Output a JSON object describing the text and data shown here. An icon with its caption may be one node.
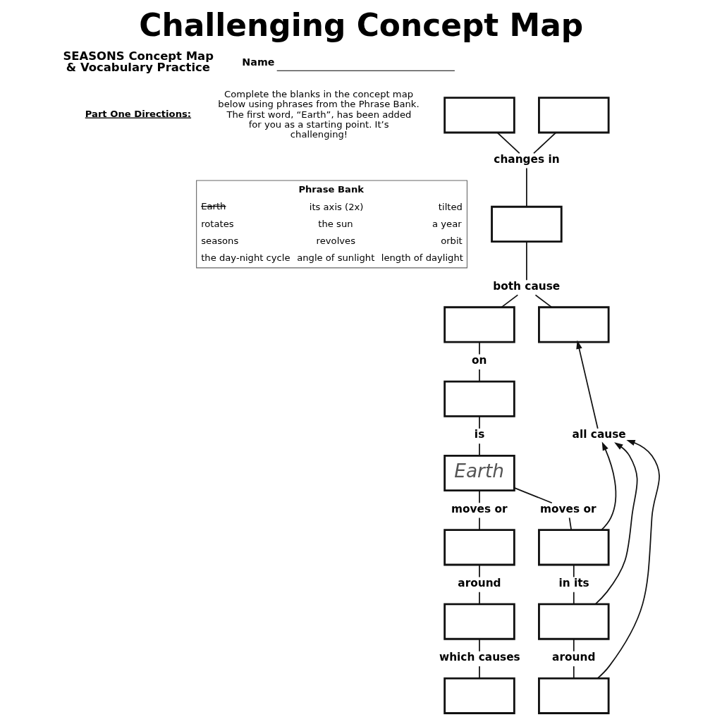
{
  "diagram": {
    "title": "Challenging Concept Map",
    "nodes": [
      {
        "text": [
          "Phrase Bank",
          "Earth",
          "its axis (2x)",
          "tilted",
          "rotates",
          "the sun",
          "a year",
          "seasons",
          "revolves",
          "orbit",
          "the day-night cycle",
          "angle of sunlight",
          "length of daylight"
        ]
      },
      {
        "text": [],
        "shape": "box"
      },
      {
        "text": [],
        "shape": "box"
      },
      {
        "text": [
          "changes in"
        ]
      },
      {
        "text": [],
        "shape": "box"
      },
      {
        "text": [
          "both cause"
        ]
      },
      {
        "text": [],
        "shape": "box"
      },
      {
        "text": [
          "on"
        ]
      },
      {
        "text": [],
        "shape": "box"
      },
      {
        "text": [],
        "shape": "box"
      },
      {
        "text": [
          "is"
        ]
      },
      {
        "text": [
          "all cause"
        ]
      },
      {
        "text": [
          "Earth"
        ]
      },
      {
        "text": [
          "moves or"
        ]
      },
      {
        "text": [],
        "shape": "box"
      },
      {
        "text": [
          "moves or"
        ]
      },
      {
        "text": [],
        "shape": "box"
      },
      {
        "text": [
          "in its"
        ]
      },
      {
        "text": [],
        "shape": "box"
      },
      {
        "text": [
          "around"
        ]
      },
      {
        "text": [],
        "shape": "box"
      },
      {
        "text": [
          "around"
        ]
      },
      {
        "text": [],
        "shape": "box"
      },
      {
        "text": [
          "which causes"
        ]
      },
      {
        "text": [],
        "shape": "box"
      }
    ],
    "edges": [
      {
        "from": 1,
        "to": 3,
        "arrow": "none"
      },
      {
        "from": 2,
        "to": 3,
        "arrow": "none"
      },
      {
        "from": 3,
        "to": 4,
        "arrow": "none"
      },
      {
        "from": 4,
        "to": 5,
        "arrow": "none"
      },
      {
        "from": 5,
        "to": 6,
        "arrow": "none"
      },
      {
        "from": 5,
        "to": 8,
        "arrow": "none"
      },
      {
        "from": 6,
        "to": 7,
        "arrow": "none"
      },
      {
        "from": 7,
        "to": 9,
        "arrow": "none"
      },
      {
        "from": 9,
        "to": 10,
        "arrow": "none"
      },
      {
        "from": 10,
        "to": 12,
        "arrow": "none"
      },
      {
        "from": 12,
        "to": 13,
        "arrow": "none"
      },
      {
        "from": 13,
        "to": 14,
        "arrow": "none"
      },
      {
        "from": 12,
        "to": 15,
        "arrow": "none"
      },
      {
        "from": 15,
        "to": 16,
        "arrow": "none"
      },
      {
        "from": 16,
        "to": 19,
        "arrow": "none"
      },
      {
        "from": 19,
        "to": 20,
        "arrow": "none"
      },
      {
        "from": 20,
        "to": 23,
        "arrow": "none"
      },
      {
        "from": 23,
        "to": 24,
        "arrow": "none"
      },
      {
        "from": 14,
        "to": 17,
        "arrow": "none"
      },
      {
        "from": 17,
        "to": 18,
        "arrow": "none"
      },
      {
        "from": 18,
        "to": 21,
        "arrow": "none"
      },
      {
        "from": 21,
        "to": 22,
        "arrow": "none"
      },
      {
        "from": 14,
        "to": 11,
        "arrow": "to"
      },
      {
        "from": 18,
        "to": 11,
        "arrow": "to"
      },
      {
        "from": 22,
        "to": 11,
        "arrow": "to"
      },
      {
        "from": 11,
        "to": 8,
        "arrow": "to"
      }
    ],
    "labels": [
      "SEASONS Concept Map & Vocabulary Practice",
      "Name",
      "Part One Directions:",
      "Complete the blanks in the concept map below using phrases from the Phrase Bank. The first word, “Earth”, has been added for you as a starting point. It’s challenging!"
    ]
  }
}
